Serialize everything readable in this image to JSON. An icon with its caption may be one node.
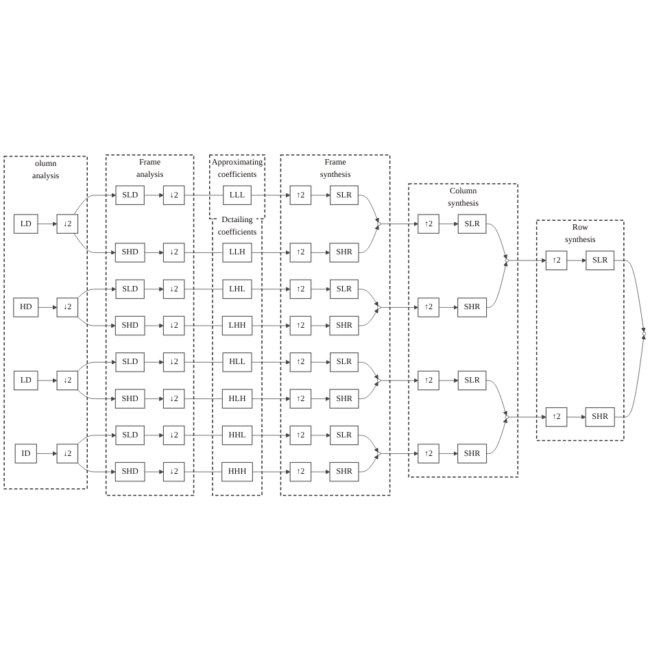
{
  "diagram": {
    "nodes": [
      {
        "text": [
          "olumn analysis"
        ]
      },
      {
        "text": [
          "LD"
        ],
        "in": 0
      },
      {
        "text": [
          "↓2"
        ],
        "in": 0
      },
      {
        "text": [
          "HD"
        ],
        "in": 0
      },
      {
        "text": [
          "↓2"
        ],
        "in": 0
      },
      {
        "text": [
          "LD"
        ],
        "in": 0
      },
      {
        "text": [
          "↓2"
        ],
        "in": 0
      },
      {
        "text": [
          "ID"
        ],
        "in": 0
      },
      {
        "text": [
          "↓2"
        ],
        "in": 0
      },
      {
        "text": [
          "Frame analysis"
        ]
      },
      {
        "text": [
          "SLD"
        ],
        "in": 9
      },
      {
        "text": [
          "↓2"
        ],
        "in": 9
      },
      {
        "text": [
          "SHD"
        ],
        "in": 9
      },
      {
        "text": [
          "↓2"
        ],
        "in": 9
      },
      {
        "text": [
          "SLD"
        ],
        "in": 9
      },
      {
        "text": [
          "↓2"
        ],
        "in": 9
      },
      {
        "text": [
          "SHD"
        ],
        "in": 9
      },
      {
        "text": [
          "↓2"
        ],
        "in": 9
      },
      {
        "text": [
          "SLD"
        ],
        "in": 9
      },
      {
        "text": [
          "↓2"
        ],
        "in": 9
      },
      {
        "text": [
          "SHD"
        ],
        "in": 9
      },
      {
        "text": [
          "↓2"
        ],
        "in": 9
      },
      {
        "text": [
          "SLD"
        ],
        "in": 9
      },
      {
        "text": [
          "↓2"
        ],
        "in": 9
      },
      {
        "text": [
          "SHD"
        ],
        "in": 9
      },
      {
        "text": [
          "↓2"
        ],
        "in": 9
      },
      {
        "text": [
          "Approximating coefficients"
        ]
      },
      {
        "text": [
          "LLL"
        ],
        "in": 26
      },
      {
        "text": [
          "Dctailing coefficients"
        ]
      },
      {
        "text": [
          "LLH"
        ],
        "in": 28
      },
      {
        "text": [
          "LHL"
        ],
        "in": 28
      },
      {
        "text": [
          "LHH"
        ],
        "in": 28
      },
      {
        "text": [
          "HLL"
        ],
        "in": 28
      },
      {
        "text": [
          "HLH"
        ],
        "in": 28
      },
      {
        "text": [
          "HHL"
        ],
        "in": 28
      },
      {
        "text": [
          "HHH"
        ],
        "in": 28
      },
      {
        "text": [
          "Frame synthesis"
        ]
      },
      {
        "text": [
          "↑2"
        ],
        "in": 36
      },
      {
        "text": [
          "SLR"
        ],
        "in": 36
      },
      {
        "text": [
          "↑2"
        ],
        "in": 36
      },
      {
        "text": [
          "SHR"
        ],
        "in": 36
      },
      {
        "text": [
          "↑2"
        ],
        "in": 36
      },
      {
        "text": [
          "SLR"
        ],
        "in": 36
      },
      {
        "text": [
          "↑2"
        ],
        "in": 36
      },
      {
        "text": [
          "SHR"
        ],
        "in": 36
      },
      {
        "text": [
          "↑2"
        ],
        "in": 36
      },
      {
        "text": [
          "SLR"
        ],
        "in": 36
      },
      {
        "text": [
          "↑2"
        ],
        "in": 36
      },
      {
        "text": [
          "SHR"
        ],
        "in": 36
      },
      {
        "text": [
          "↑2"
        ],
        "in": 36
      },
      {
        "text": [
          "SLR"
        ],
        "in": 36
      },
      {
        "text": [
          "↑2"
        ],
        "in": 36
      },
      {
        "text": [
          "SHR"
        ],
        "in": 36
      },
      {
        "text": [],
        "shape": "circle",
        "in": 36
      },
      {
        "text": [],
        "shape": "circle",
        "in": 36
      },
      {
        "text": [],
        "shape": "circle",
        "in": 36
      },
      {
        "text": [],
        "shape": "circle",
        "in": 36
      },
      {
        "text": [
          "Column synthesis"
        ]
      },
      {
        "text": [
          "↑2"
        ],
        "in": 57
      },
      {
        "text": [
          "SLR"
        ],
        "in": 57
      },
      {
        "text": [
          "↑2"
        ],
        "in": 57
      },
      {
        "text": [
          "SHR"
        ],
        "in": 57
      },
      {
        "text": [
          "↑2"
        ],
        "in": 57
      },
      {
        "text": [
          "SLR"
        ],
        "in": 57
      },
      {
        "text": [
          "↑2"
        ],
        "in": 57
      },
      {
        "text": [
          "SHR"
        ],
        "in": 57
      },
      {
        "text": [],
        "shape": "circle",
        "in": 57
      },
      {
        "text": [],
        "shape": "circle",
        "in": 57
      },
      {
        "text": [
          "Row synthesis"
        ]
      },
      {
        "text": [
          "↑2"
        ],
        "in": 68
      },
      {
        "text": [
          "SLR"
        ],
        "in": 68
      },
      {
        "text": [
          "↑2"
        ],
        "in": 68
      },
      {
        "text": [
          "SHR"
        ],
        "in": 68
      },
      {
        "text": [],
        "shape": "circle"
      }
    ],
    "edges": [
      {
        "from": 1,
        "to": 2,
        "arrow": "to"
      },
      {
        "from": 3,
        "to": 4,
        "arrow": "to"
      },
      {
        "from": 5,
        "to": 6,
        "arrow": "to"
      },
      {
        "from": 7,
        "to": 8,
        "arrow": "to"
      },
      {
        "from": 2,
        "to": 10,
        "arrow": "to"
      },
      {
        "from": 2,
        "to": 12,
        "arrow": "to"
      },
      {
        "from": 4,
        "to": 14,
        "arrow": "to"
      },
      {
        "from": 4,
        "to": 16,
        "arrow": "to"
      },
      {
        "from": 6,
        "to": 18,
        "arrow": "to"
      },
      {
        "from": 6,
        "to": 20,
        "arrow": "to"
      },
      {
        "from": 8,
        "to": 22,
        "arrow": "to"
      },
      {
        "from": 8,
        "to": 24,
        "arrow": "to"
      },
      {
        "from": 10,
        "to": 11,
        "arrow": "to"
      },
      {
        "from": 12,
        "to": 13,
        "arrow": "to"
      },
      {
        "from": 14,
        "to": 15,
        "arrow": "to"
      },
      {
        "from": 16,
        "to": 17,
        "arrow": "to"
      },
      {
        "from": 18,
        "to": 19,
        "arrow": "to"
      },
      {
        "from": 20,
        "to": 21,
        "arrow": "to"
      },
      {
        "from": 22,
        "to": 23,
        "arrow": "to"
      },
      {
        "from": 24,
        "to": 25,
        "arrow": "to"
      },
      {
        "from": 11,
        "to": 27,
        "arrow": "none"
      },
      {
        "from": 13,
        "to": 29,
        "arrow": "none"
      },
      {
        "from": 15,
        "to": 30,
        "arrow": "none"
      },
      {
        "from": 17,
        "to": 31,
        "arrow": "none"
      },
      {
        "from": 19,
        "to": 32,
        "arrow": "none"
      },
      {
        "from": 21,
        "to": 33,
        "arrow": "none"
      },
      {
        "from": 23,
        "to": 34,
        "arrow": "none"
      },
      {
        "from": 25,
        "to": 35,
        "arrow": "none"
      },
      {
        "from": 27,
        "to": 37,
        "arrow": "to"
      },
      {
        "from": 29,
        "to": 39,
        "arrow": "to"
      },
      {
        "from": 30,
        "to": 41,
        "arrow": "to"
      },
      {
        "from": 31,
        "to": 43,
        "arrow": "to"
      },
      {
        "from": 32,
        "to": 45,
        "arrow": "to"
      },
      {
        "from": 33,
        "to": 47,
        "arrow": "to"
      },
      {
        "from": 34,
        "to": 49,
        "arrow": "to"
      },
      {
        "from": 35,
        "to": 51,
        "arrow": "to"
      },
      {
        "from": 37,
        "to": 38,
        "arrow": "to"
      },
      {
        "from": 39,
        "to": 40,
        "arrow": "to"
      },
      {
        "from": 41,
        "to": 42,
        "arrow": "to"
      },
      {
        "from": 43,
        "to": 44,
        "arrow": "to"
      },
      {
        "from": 45,
        "to": 46,
        "arrow": "to"
      },
      {
        "from": 47,
        "to": 48,
        "arrow": "to"
      },
      {
        "from": 49,
        "to": 50,
        "arrow": "to"
      },
      {
        "from": 51,
        "to": 52,
        "arrow": "to"
      },
      {
        "from": 38,
        "to": 53,
        "arrow": "to"
      },
      {
        "from": 40,
        "to": 53,
        "arrow": "to"
      },
      {
        "from": 42,
        "to": 54,
        "arrow": "to"
      },
      {
        "from": 44,
        "to": 54,
        "arrow": "to"
      },
      {
        "from": 46,
        "to": 55,
        "arrow": "to"
      },
      {
        "from": 48,
        "to": 55,
        "arrow": "to"
      },
      {
        "from": 50,
        "to": 56,
        "arrow": "to"
      },
      {
        "from": 52,
        "to": 56,
        "arrow": "to"
      },
      {
        "from": 53,
        "to": 58,
        "arrow": "to"
      },
      {
        "from": 54,
        "to": 60,
        "arrow": "to"
      },
      {
        "from": 55,
        "to": 62,
        "arrow": "to"
      },
      {
        "from": 56,
        "to": 64,
        "arrow": "to"
      },
      {
        "from": 58,
        "to": 59,
        "arrow": "to"
      },
      {
        "from": 60,
        "to": 61,
        "arrow": "to"
      },
      {
        "from": 62,
        "to": 63,
        "arrow": "to"
      },
      {
        "from": 64,
        "to": 65,
        "arrow": "to"
      },
      {
        "from": 59,
        "to": 66,
        "arrow": "to"
      },
      {
        "from": 61,
        "to": 66,
        "arrow": "to"
      },
      {
        "from": 63,
        "to": 67,
        "arrow": "to"
      },
      {
        "from": 65,
        "to": 67,
        "arrow": "to"
      },
      {
        "from": 66,
        "to": 69,
        "arrow": "to"
      },
      {
        "from": 67,
        "to": 71,
        "arrow": "to"
      },
      {
        "from": 69,
        "to": 70,
        "arrow": "to"
      },
      {
        "from": 71,
        "to": 72,
        "arrow": "to"
      },
      {
        "from": 70,
        "to": 73,
        "arrow": "to"
      },
      {
        "from": 72,
        "to": 73,
        "arrow": "to"
      }
    ]
  }
}
